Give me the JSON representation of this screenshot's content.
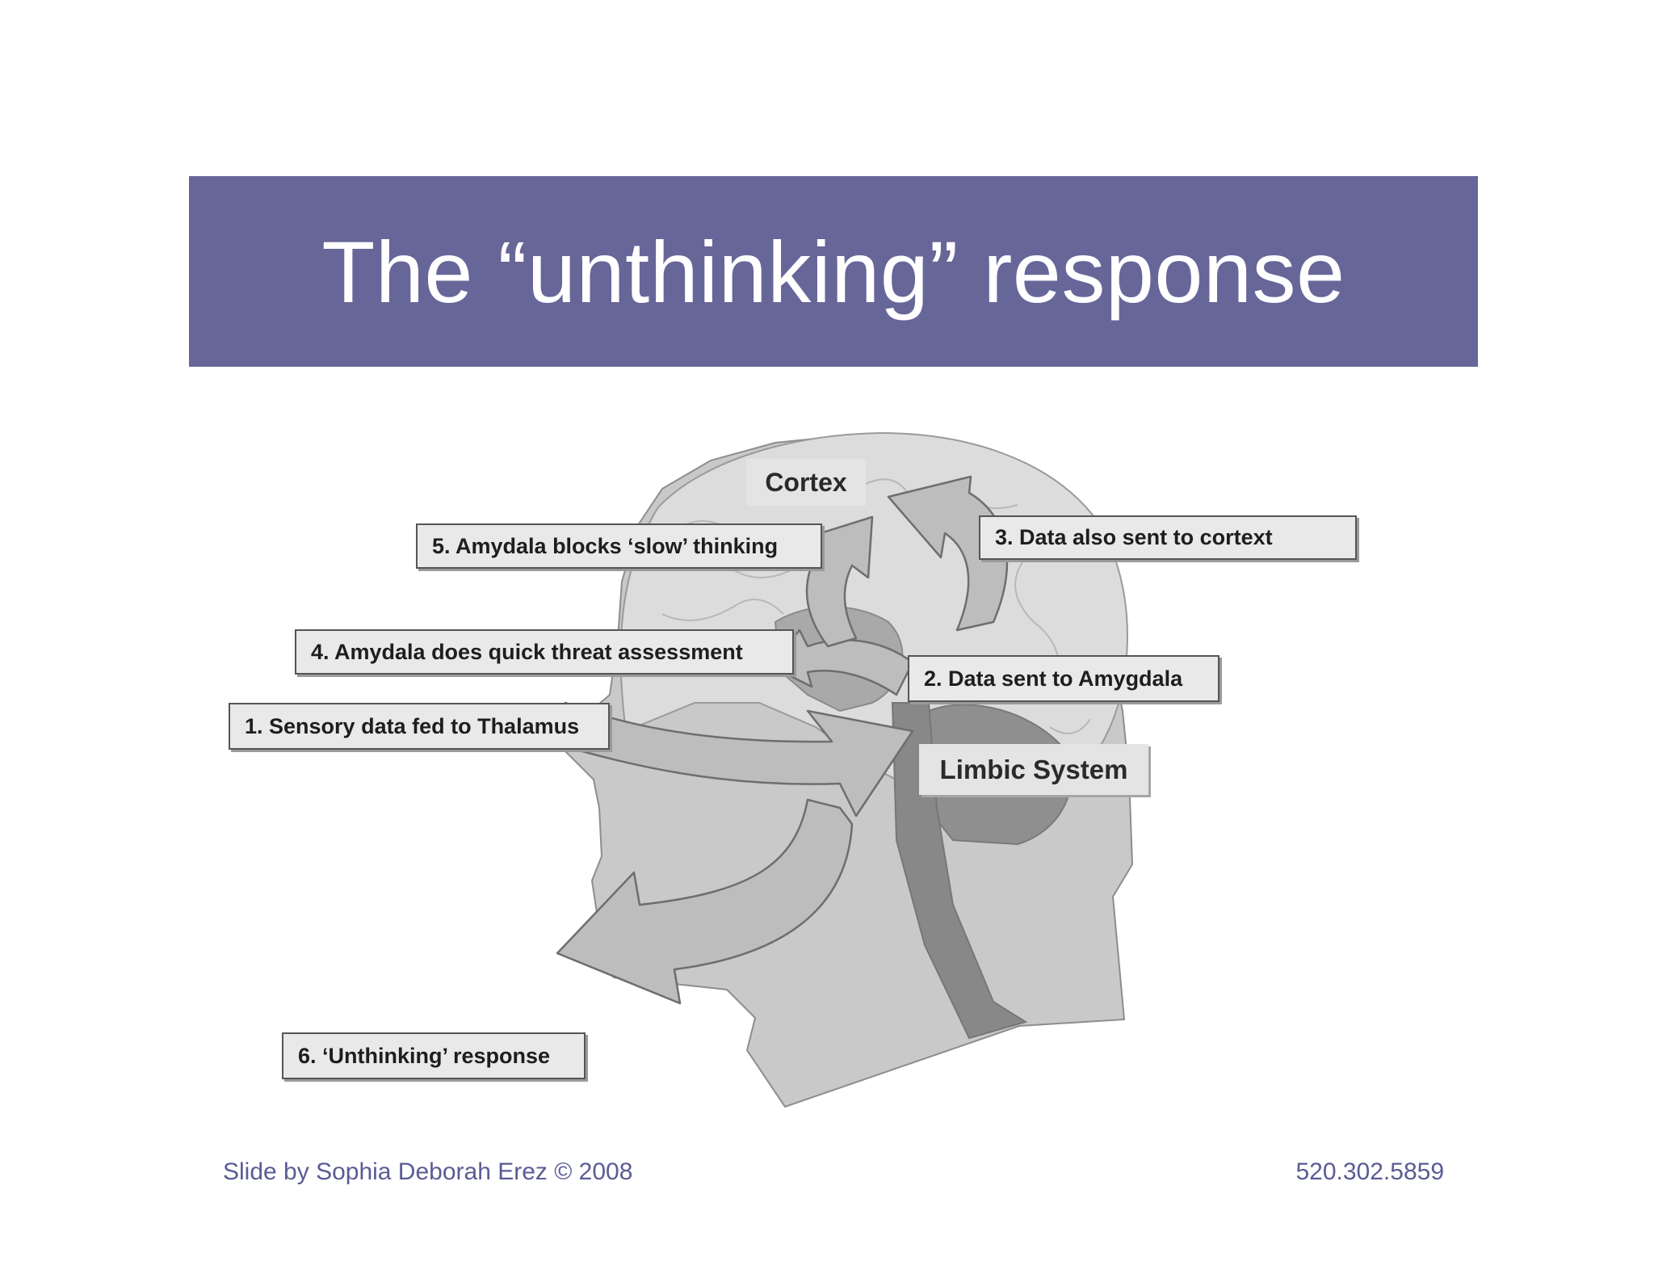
{
  "slide": {
    "title": "The “unthinking” response",
    "accent_color": "#676699"
  },
  "diagram": {
    "region_labels": {
      "cortex": "Cortex",
      "limbic": "Limbic System"
    },
    "steps": [
      "1. Sensory data fed to Thalamus",
      "2. Data sent to Amygdala",
      "3. Data also sent to cortext",
      "4. Amydala does quick threat assessment",
      "5. Amydala blocks ‘slow’ thinking",
      "6. ‘Unthinking’ response"
    ]
  },
  "footer": {
    "credit": "Slide by Sophia Deborah Erez © 2008",
    "phone": "520.302.5859"
  }
}
